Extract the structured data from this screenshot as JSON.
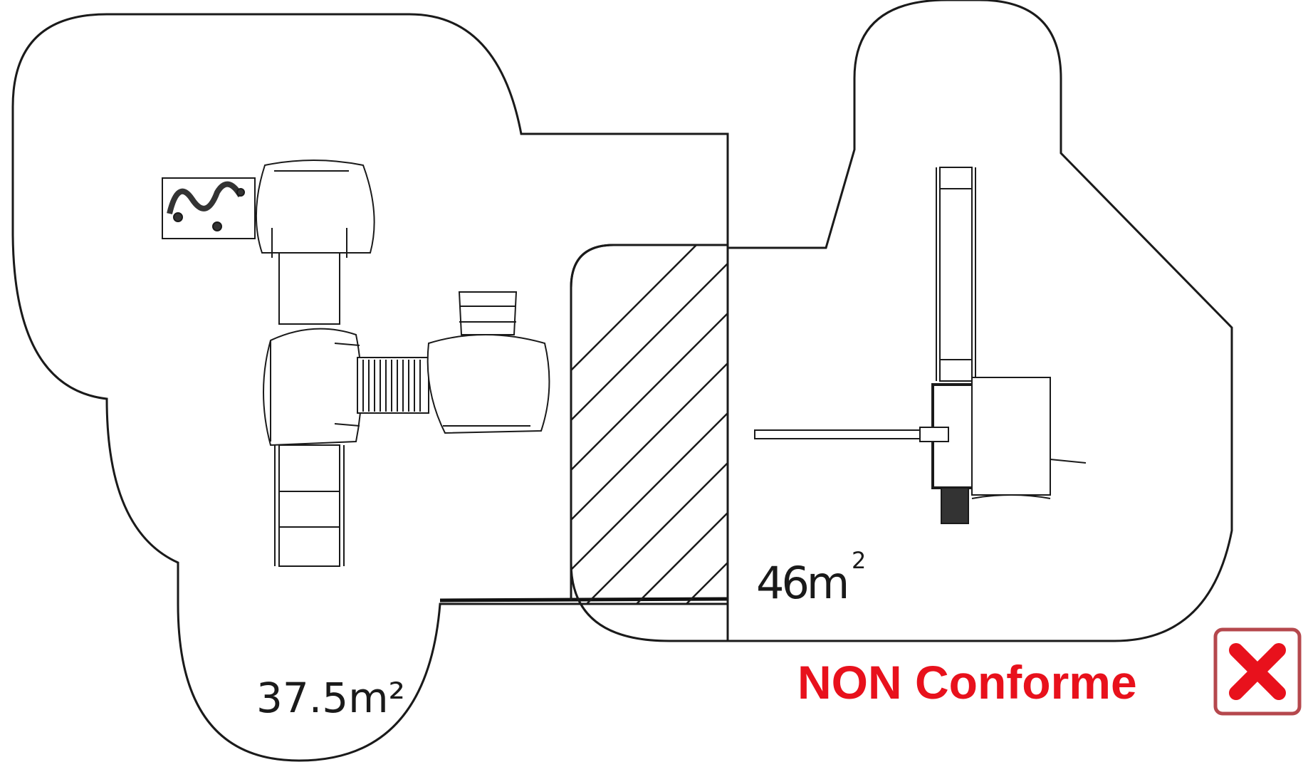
{
  "zones": {
    "left_area": "37.5m²",
    "right_area_value": "46m",
    "right_area_exponent": "2"
  },
  "verdict": {
    "text": "NON Conforme",
    "color": "#e8111c",
    "badge_icon": "cross-icon",
    "badge_border_color": "#b5484d"
  }
}
